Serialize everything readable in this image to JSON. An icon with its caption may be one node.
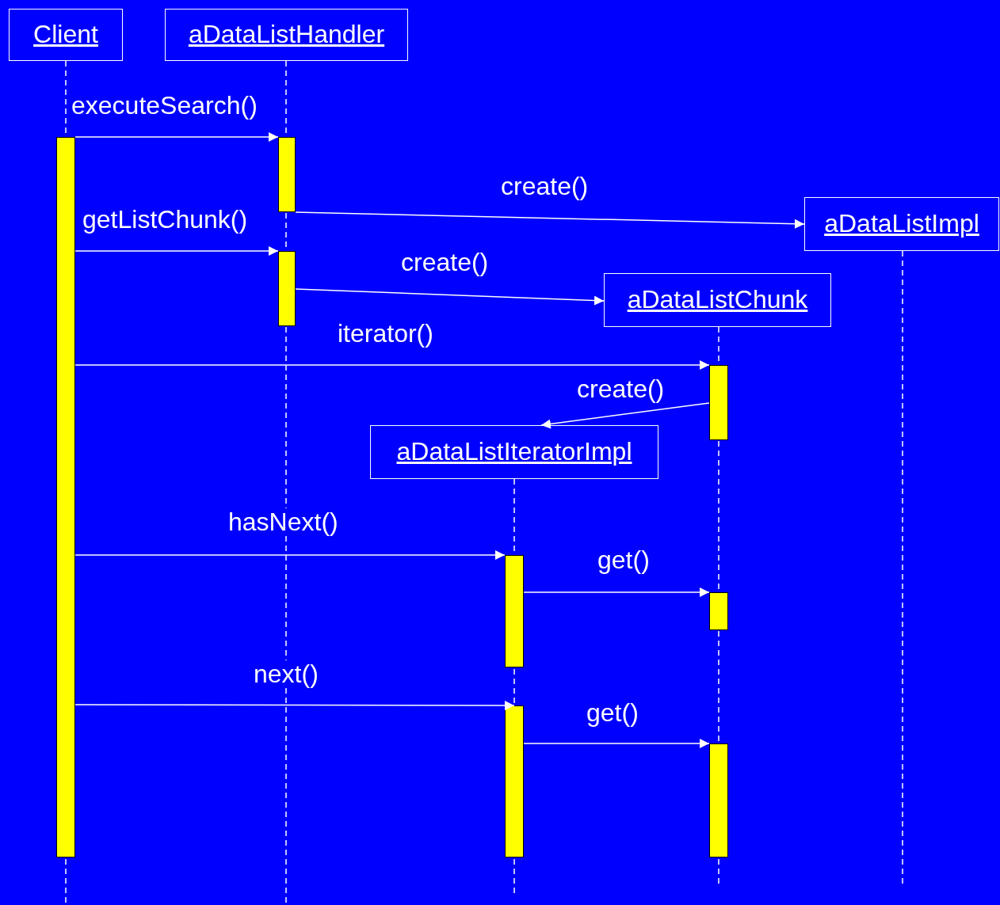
{
  "diagram": {
    "nodes": [
      {
        "text": [
          "Client"
        ]
      },
      {
        "text": [
          "aDataListHandler"
        ]
      },
      {
        "text": [
          "aDataListImpl"
        ]
      },
      {
        "text": [
          "aDataListChunk"
        ]
      },
      {
        "text": [
          "aDataListIteratorImpl"
        ]
      },
      {
        "text": [],
        "shape": "bar"
      },
      {
        "text": [],
        "shape": "bar"
      },
      {
        "text": [],
        "shape": "bar"
      },
      {
        "text": [],
        "shape": "bar"
      },
      {
        "text": [],
        "shape": "bar"
      },
      {
        "text": [],
        "shape": "bar"
      },
      {
        "text": [],
        "shape": "bar"
      },
      {
        "text": [],
        "shape": "bar"
      }
    ],
    "edges": [
      {
        "from": 5,
        "to": 6,
        "arrow": "to",
        "label": "executeSearch()"
      },
      {
        "from": 6,
        "to": 2,
        "arrow": "to",
        "label": "create()"
      },
      {
        "from": 5,
        "to": 7,
        "arrow": "to",
        "label": "getListChunk()"
      },
      {
        "from": 7,
        "to": 3,
        "arrow": "to",
        "label": "create()"
      },
      {
        "from": 5,
        "to": 8,
        "arrow": "to",
        "label": "iterator()"
      },
      {
        "from": 8,
        "to": 4,
        "arrow": "to",
        "label": "create()"
      },
      {
        "from": 5,
        "to": 9,
        "arrow": "to",
        "label": "hasNext()"
      },
      {
        "from": 9,
        "to": 10,
        "arrow": "to",
        "label": "get()"
      },
      {
        "from": 5,
        "to": 11,
        "arrow": "to",
        "label": "next()"
      },
      {
        "from": 11,
        "to": 12,
        "arrow": "to",
        "label": "get()"
      }
    ]
  }
}
